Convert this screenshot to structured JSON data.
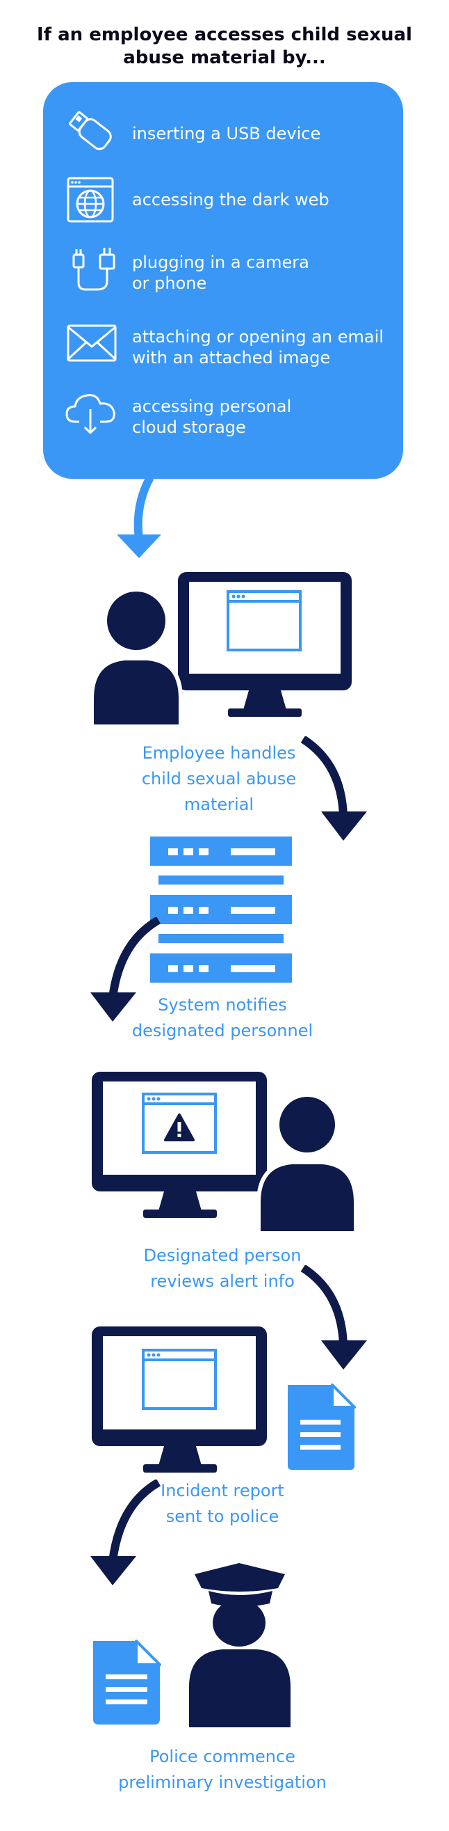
{
  "title": {
    "line1": "If an employee accesses child sexual",
    "line2": "abuse material by..."
  },
  "access_methods": [
    {
      "icon": "usb-drive-icon",
      "line1": "inserting a USB device",
      "line2": ""
    },
    {
      "icon": "web-browser-globe-icon",
      "line1": "accessing the dark web",
      "line2": ""
    },
    {
      "icon": "camera-phone-cable-icon",
      "line1": "plugging in a camera",
      "line2": "or phone"
    },
    {
      "icon": "email-envelope-icon",
      "line1": "attaching or opening an email",
      "line2": "with an attached image"
    },
    {
      "icon": "cloud-download-icon",
      "line1": "accessing personal",
      "line2": "cloud storage"
    }
  ],
  "steps": [
    {
      "icon": "employee-computer-icon",
      "lines": [
        "Employee handles",
        "child sexual abuse",
        "material"
      ]
    },
    {
      "icon": "server-icon",
      "lines": [
        "System notifies",
        "designated personnel"
      ]
    },
    {
      "icon": "alert-computer-person-icon",
      "lines": [
        "Designated person",
        "reviews alert info"
      ]
    },
    {
      "icon": "computer-document-icon",
      "lines": [
        "Incident report",
        "sent to police"
      ]
    },
    {
      "icon": "police-officer-document-icon",
      "lines": [
        "Police commence",
        "preliminary investigation"
      ]
    }
  ],
  "colors": {
    "panel_blue": "#3a97f5",
    "navy": "#0d1a4a",
    "white": "#ffffff",
    "title_text": "#0a0a1a"
  }
}
